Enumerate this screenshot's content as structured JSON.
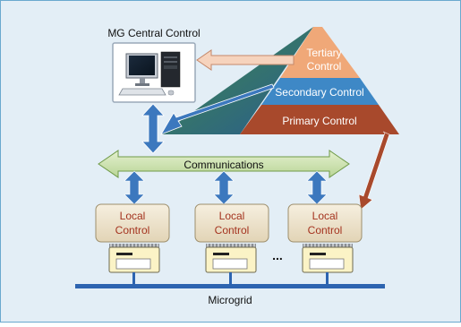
{
  "diagram": {
    "central_label": "MG Central Control",
    "pyramid": {
      "tertiary_line1": "Tertiary",
      "tertiary_line2": "Control",
      "secondary": "Secondary Control",
      "primary": "Primary Control"
    },
    "communications_label": "Communications",
    "local_controllers": [
      {
        "line1": "Local",
        "line2": "Control"
      },
      {
        "line1": "Local",
        "line2": "Control"
      },
      {
        "line1": "Local",
        "line2": "Control"
      }
    ],
    "ellipsis": "...",
    "bus_label": "Microgrid"
  },
  "colors": {
    "background": "#e3eef6",
    "border": "#6aa9cf",
    "tertiary": "#f0a878",
    "secondary": "#3e88c6",
    "primary": "#a8492c",
    "comm_arrow": "#cfe3b0",
    "blue_arrow": "#3c78be",
    "local_box": "#eee3cc",
    "local_text": "#a4331f",
    "bus": "#2d64b0"
  }
}
